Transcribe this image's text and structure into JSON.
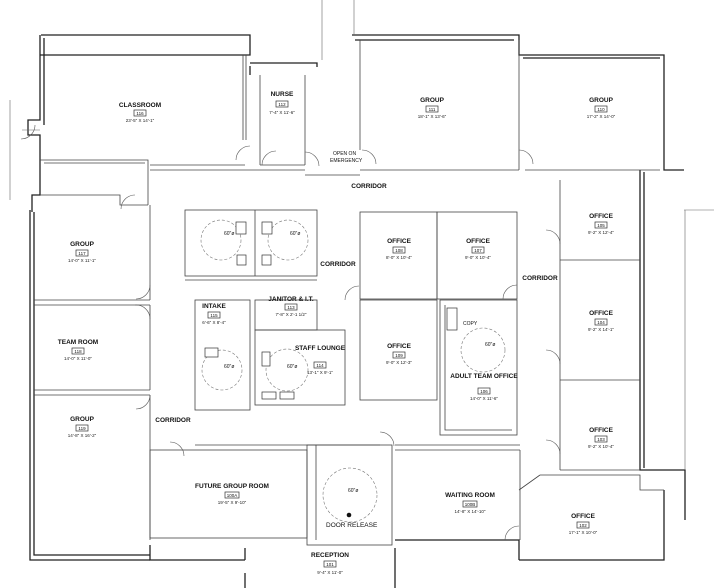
{
  "rooms": [
    {
      "id": "classroom",
      "name": "CLASSROOM",
      "number": "116",
      "size": "23'-5\" X 14'-1\""
    },
    {
      "id": "nurse",
      "name": "NURSE",
      "number": "112",
      "size": "7'-4\" X 11'-6\""
    },
    {
      "id": "group-111",
      "name": "GROUP",
      "number": "111",
      "size": "18'-1\" X 13'-6\""
    },
    {
      "id": "group-110",
      "name": "GROUP",
      "number": "110",
      "size": "17'-2\" X 14'-0\""
    },
    {
      "id": "group-117",
      "name": "GROUP",
      "number": "117",
      "size": "14'-0\" X 11'-1\""
    },
    {
      "id": "team-room",
      "name": "TEAM ROOM",
      "number": "118",
      "size": "14'-0\" X 11'-0\""
    },
    {
      "id": "group-119",
      "name": "GROUP",
      "number": "119",
      "size": "14'-8\" X 16'-2\""
    },
    {
      "id": "office-108",
      "name": "OFFICE",
      "number": "108",
      "size": "8'-0\" X 10'-4\""
    },
    {
      "id": "office-107",
      "name": "OFFICE",
      "number": "107",
      "size": "9'-0\" X 10'-4\""
    },
    {
      "id": "office-105",
      "name": "OFFICE",
      "number": "105",
      "size": "9'-2\" X 12'-4\""
    },
    {
      "id": "office-104",
      "name": "OFFICE",
      "number": "104",
      "size": "9'-2\" X 14'-1\""
    },
    {
      "id": "intake",
      "name": "INTAKE",
      "number": "115",
      "size": "6'-6\" X 8'-4\""
    },
    {
      "id": "janitor",
      "name": "JANITOR & I.T.",
      "number": "113",
      "size": "7'-8\" X 2'-1 1/2\""
    },
    {
      "id": "staff-lounge",
      "name": "STAFF LOUNGE",
      "number": "114",
      "size": "13'-1\" X 9'-1\""
    },
    {
      "id": "office-109",
      "name": "OFFICE",
      "number": "109",
      "size": "9'-0\" X 12'-3\""
    },
    {
      "id": "adult-team-office",
      "name": "ADULT TEAM OFFICE",
      "number": "106",
      "size": "14'-0\" X 11'-6\""
    },
    {
      "id": "office-103",
      "name": "OFFICE",
      "number": "103",
      "size": "9'-2\" X 10'-4\""
    },
    {
      "id": "future-group-room",
      "name": "FUTURE GROUP ROOM",
      "number": "100A",
      "size": "19'-5\" X 9'-10\""
    },
    {
      "id": "waiting-room",
      "name": "WAITING ROOM",
      "number": "100B",
      "size": "14'-8\" X 14'-10\""
    },
    {
      "id": "office-102",
      "name": "OFFICE",
      "number": "102",
      "size": "17'-1\" X 10'-0\""
    },
    {
      "id": "reception",
      "name": "RECEPTION",
      "number": "101",
      "size": "9'-4\" X 11'-0\""
    }
  ],
  "corridors": [
    "CORRIDOR",
    "CORRIDOR",
    "CORRIDOR",
    "CORRIDOR"
  ],
  "notes": {
    "open_on_emergency_1": "OPEN ON",
    "open_on_emergency_2": "EMERGENCY",
    "copy": "COPY",
    "door_release": "DOOR RELEASE",
    "dim_60_1": "60\"ø",
    "dim_60_2": "60\"ø",
    "dim_60_3": "60\"ø",
    "dim_60_4": "60\"ø",
    "dim_60_5": "60\"ø",
    "dim_60_6": "60\"ø"
  }
}
